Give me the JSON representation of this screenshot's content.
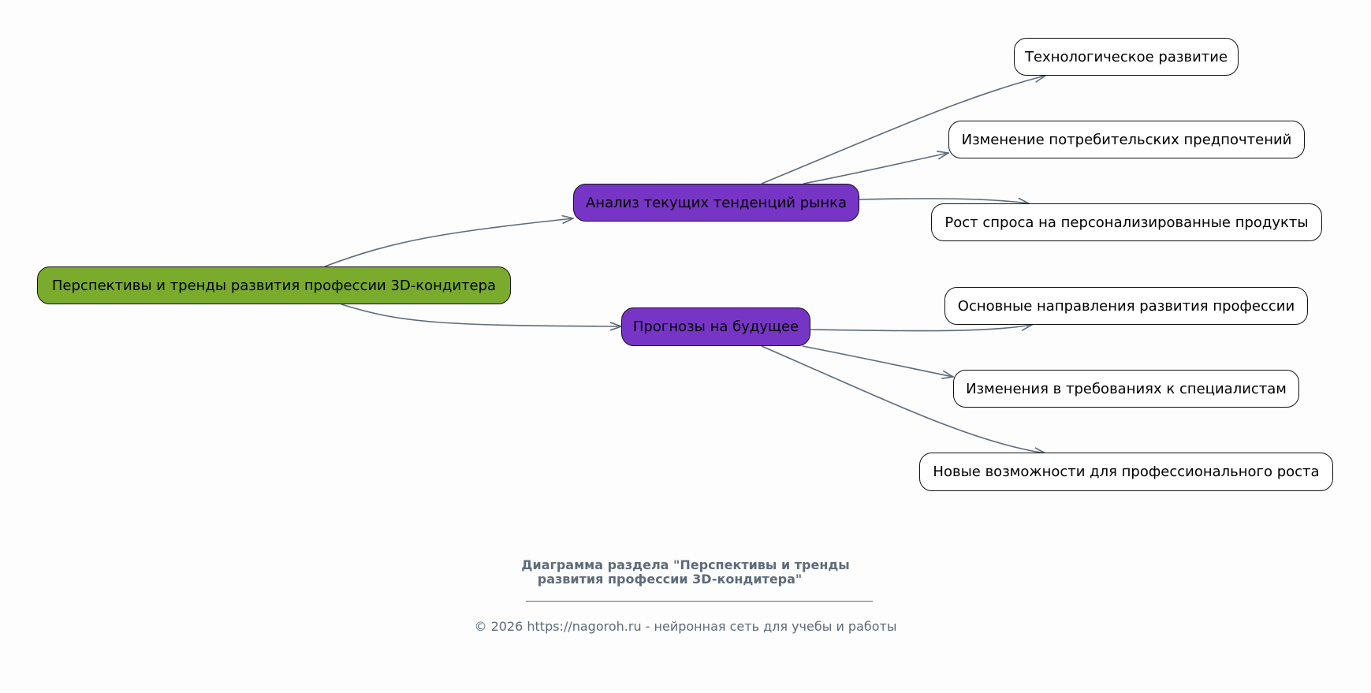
{
  "diagram": {
    "root": {
      "id": "root",
      "label": "Перспективы и тренды развития профессии 3D-кондитера",
      "color": "#7aab2d"
    },
    "branches": [
      {
        "id": "b1",
        "label": "Анализ текущих тенденций рынка",
        "color": "#7735c5",
        "children": [
          {
            "id": "b1c1",
            "label": "Технологическое развитие"
          },
          {
            "id": "b1c2",
            "label": "Изменение потребительских предпочтений"
          },
          {
            "id": "b1c3",
            "label": "Рост спроса на персонализированные продукты"
          }
        ]
      },
      {
        "id": "b2",
        "label": "Прогнозы на будущее",
        "color": "#7735c5",
        "children": [
          {
            "id": "b2c1",
            "label": "Основные направления развития профессии"
          },
          {
            "id": "b2c2",
            "label": "Изменения в требованиях к специалистам"
          },
          {
            "id": "b2c3",
            "label": "Новые возможности для профессионального роста"
          }
        ]
      }
    ],
    "edge_color": "#5d6b7a"
  },
  "footer": {
    "title_line1": "Диаграмма раздела \"Перспективы и тренды",
    "title_line2": "развития профессии 3D-кондитера\"",
    "copyright": "© 2026 https://nagoroh.ru - нейронная сеть для учебы и работы"
  }
}
